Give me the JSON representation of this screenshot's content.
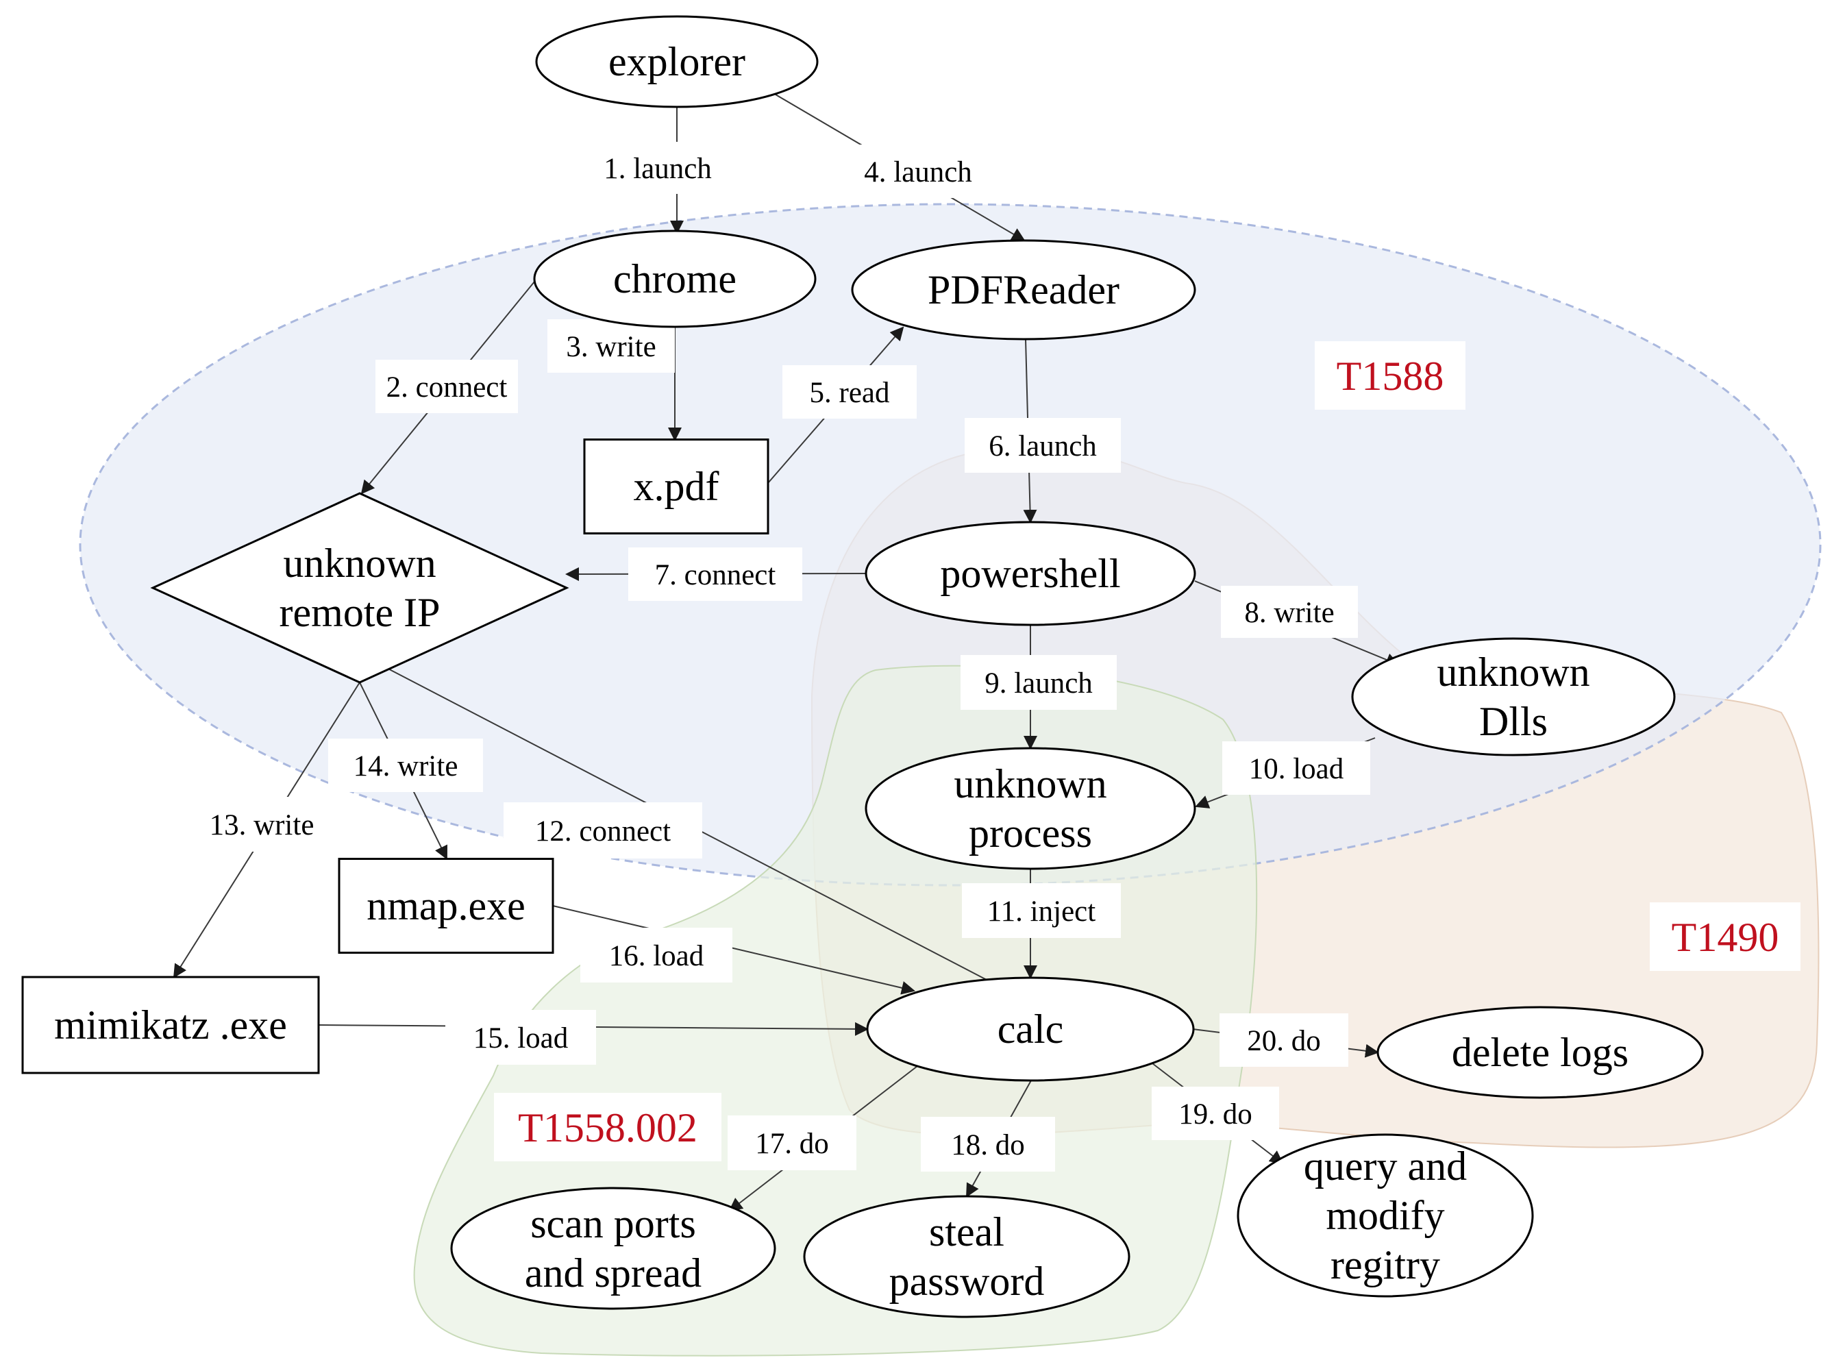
{
  "colors": {
    "region_T1588_fill": "#e6ebf7",
    "region_T1588_stroke": "#aab8de",
    "region_T1490_fill": "#f6ebe2",
    "region_T1490_stroke": "#e6cdb9",
    "region_T1558_fill": "#e9f1e3",
    "region_T1558_stroke": "#c8dab8",
    "region_label": "#c0101e",
    "line": "#3a3a3a"
  },
  "regions": [
    {
      "id": "T1588",
      "label": "T1588"
    },
    {
      "id": "T1490",
      "label": "T1490"
    },
    {
      "id": "T1558",
      "label": "T1558.002"
    }
  ],
  "nodes": [
    {
      "id": "explorer",
      "shape": "ellipse",
      "lines": [
        "explorer"
      ]
    },
    {
      "id": "chrome",
      "shape": "ellipse",
      "lines": [
        "chrome"
      ]
    },
    {
      "id": "pdfreader",
      "shape": "ellipse",
      "lines": [
        "PDFReader"
      ]
    },
    {
      "id": "xpdf",
      "shape": "rect",
      "lines": [
        "x.pdf"
      ]
    },
    {
      "id": "remoteip",
      "shape": "diamond",
      "lines": [
        "unknown",
        "remote IP"
      ]
    },
    {
      "id": "powershell",
      "shape": "ellipse",
      "lines": [
        "powershell"
      ]
    },
    {
      "id": "dlls",
      "shape": "ellipse",
      "lines": [
        "unknown",
        "Dlls"
      ]
    },
    {
      "id": "process",
      "shape": "ellipse",
      "lines": [
        "unknown",
        "process"
      ]
    },
    {
      "id": "nmap",
      "shape": "rect",
      "lines": [
        "nmap.exe"
      ]
    },
    {
      "id": "mimikatz",
      "shape": "rect",
      "lines": [
        "mimikatz .exe"
      ]
    },
    {
      "id": "calc",
      "shape": "ellipse",
      "lines": [
        "calc"
      ]
    },
    {
      "id": "deletelogs",
      "shape": "ellipse",
      "lines": [
        "delete logs"
      ]
    },
    {
      "id": "scanports",
      "shape": "ellipse",
      "lines": [
        "scan ports",
        "and spread"
      ]
    },
    {
      "id": "stealpw",
      "shape": "ellipse",
      "lines": [
        "steal",
        "password"
      ]
    },
    {
      "id": "registry",
      "shape": "ellipse",
      "lines": [
        "query and",
        "modify",
        "regitry"
      ]
    }
  ],
  "edges": [
    {
      "id": "e1",
      "from": "explorer",
      "to": "chrome",
      "label": "1. launch"
    },
    {
      "id": "e2",
      "from": "chrome",
      "to": "remoteip",
      "label": "2. connect"
    },
    {
      "id": "e3",
      "from": "chrome",
      "to": "xpdf",
      "label": "3. write"
    },
    {
      "id": "e4",
      "from": "explorer",
      "to": "pdfreader",
      "label": "4. launch"
    },
    {
      "id": "e5",
      "from": "xpdf",
      "to": "pdfreader",
      "label": "5. read"
    },
    {
      "id": "e6",
      "from": "pdfreader",
      "to": "powershell",
      "label": "6. launch"
    },
    {
      "id": "e7",
      "from": "powershell",
      "to": "remoteip",
      "label": "7. connect"
    },
    {
      "id": "e8",
      "from": "powershell",
      "to": "dlls",
      "label": "8. write"
    },
    {
      "id": "e9",
      "from": "powershell",
      "to": "process",
      "label": "9. launch"
    },
    {
      "id": "e10",
      "from": "dlls",
      "to": "process",
      "label": "10. load"
    },
    {
      "id": "e11",
      "from": "process",
      "to": "calc",
      "label": "11. inject"
    },
    {
      "id": "e12",
      "from": "calc",
      "to": "remoteip",
      "label": "12. connect"
    },
    {
      "id": "e13",
      "from": "remoteip",
      "to": "mimikatz",
      "label": "13. write"
    },
    {
      "id": "e14",
      "from": "remoteip",
      "to": "nmap",
      "label": "14. write"
    },
    {
      "id": "e15",
      "from": "mimikatz",
      "to": "calc",
      "label": "15. load"
    },
    {
      "id": "e16",
      "from": "nmap",
      "to": "calc",
      "label": "16. load"
    },
    {
      "id": "e17",
      "from": "calc",
      "to": "scanports",
      "label": "17. do"
    },
    {
      "id": "e18",
      "from": "calc",
      "to": "stealpw",
      "label": "18. do"
    },
    {
      "id": "e19",
      "from": "calc",
      "to": "registry",
      "label": "19. do"
    },
    {
      "id": "e20",
      "from": "calc",
      "to": "deletelogs",
      "label": "20. do"
    }
  ]
}
